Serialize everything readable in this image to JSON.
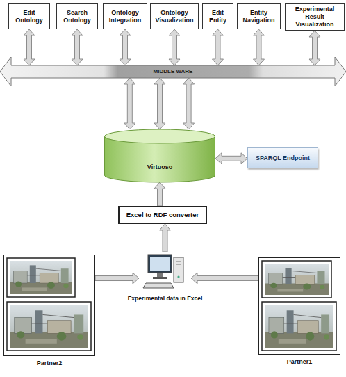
{
  "diagram": {
    "nodes": [
      {
        "text": [
          "Edit Ontology"
        ]
      },
      {
        "text": [
          "Search Ontology"
        ]
      },
      {
        "text": [
          "Ontology Integration"
        ]
      },
      {
        "text": [
          "Ontology Visualization"
        ]
      },
      {
        "text": [
          "Edit Entity"
        ]
      },
      {
        "text": [
          "Entity Navigation"
        ]
      },
      {
        "text": [
          "Experimental Result Visualization"
        ]
      },
      {
        "text": [
          "MIDDLE WARE"
        ]
      },
      {
        "text": [
          "Virtuoso"
        ]
      },
      {
        "text": [
          "SPARQL Endpoint"
        ]
      },
      {
        "text": [
          "Excel to RDF converter"
        ]
      },
      {
        "text": [
          "Partner2"
        ]
      },
      {
        "text": [
          "Experimental data in Excel"
        ]
      },
      {
        "text": [
          "Partner1"
        ]
      }
    ],
    "edges": [
      {
        "from": 0,
        "to": 7,
        "arrow": "both"
      },
      {
        "from": 1,
        "to": 7,
        "arrow": "both"
      },
      {
        "from": 2,
        "to": 7,
        "arrow": "both"
      },
      {
        "from": 3,
        "to": 7,
        "arrow": "both"
      },
      {
        "from": 4,
        "to": 7,
        "arrow": "both"
      },
      {
        "from": 5,
        "to": 7,
        "arrow": "both"
      },
      {
        "from": 6,
        "to": 7,
        "arrow": "both"
      },
      {
        "from": 7,
        "to": 8,
        "arrow": "both"
      },
      {
        "from": 7,
        "to": 8,
        "arrow": "both"
      },
      {
        "from": 7,
        "to": 8,
        "arrow": "both"
      },
      {
        "from": 8,
        "to": 9,
        "arrow": "both"
      },
      {
        "from": 10,
        "to": 8,
        "arrow": "to"
      },
      {
        "from": 12,
        "to": 10,
        "arrow": "to"
      },
      {
        "from": 11,
        "to": 12,
        "arrow": "to"
      },
      {
        "from": 13,
        "to": 12,
        "arrow": "to"
      }
    ]
  }
}
